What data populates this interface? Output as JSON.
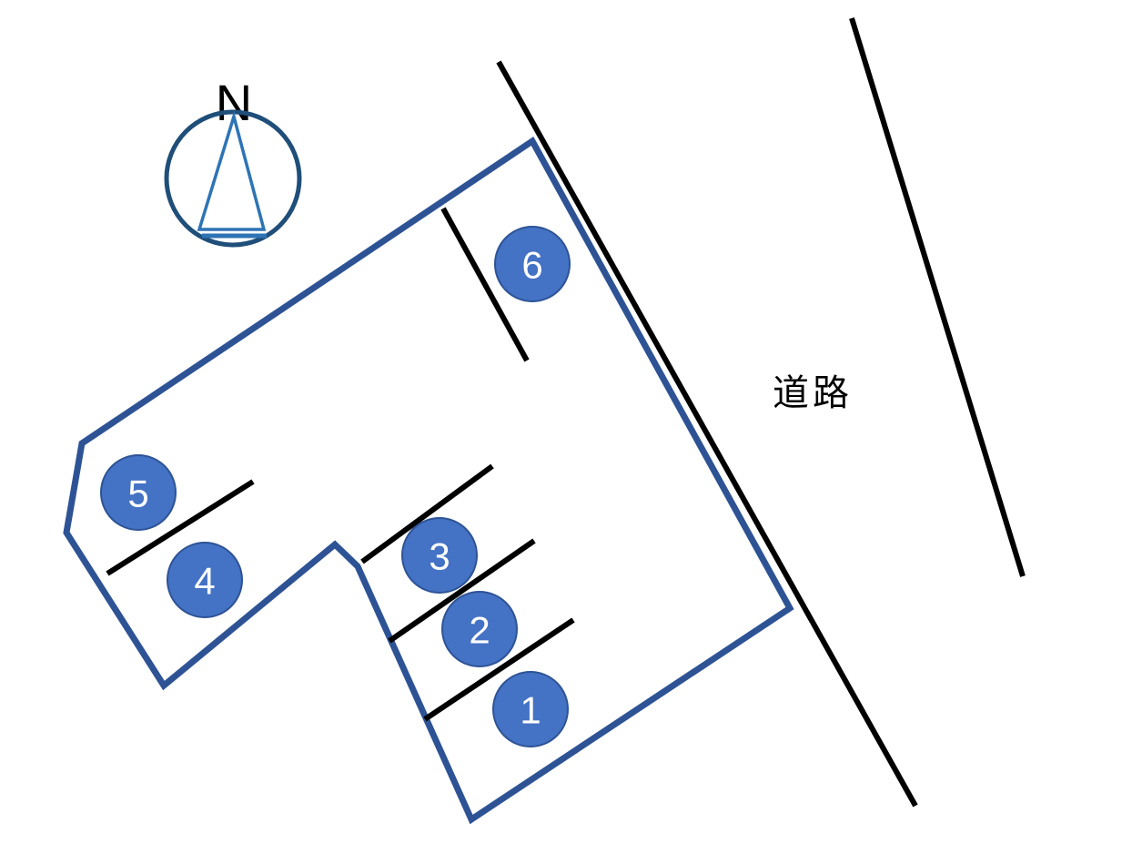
{
  "compass": {
    "label": "N"
  },
  "road": {
    "label": "道路"
  },
  "parking": {
    "spaces": [
      {
        "number": "1"
      },
      {
        "number": "2"
      },
      {
        "number": "3"
      },
      {
        "number": "4"
      },
      {
        "number": "5"
      },
      {
        "number": "6"
      }
    ]
  },
  "colors": {
    "boundary": "#2E5395",
    "space_fill": "#4472C4",
    "space_stroke": "#2E5395",
    "number_text": "#FFFFFF",
    "divider": "#000000",
    "road_line": "#000000",
    "compass_ring": "#1F4E79",
    "compass_needle": "#2E74B5"
  }
}
